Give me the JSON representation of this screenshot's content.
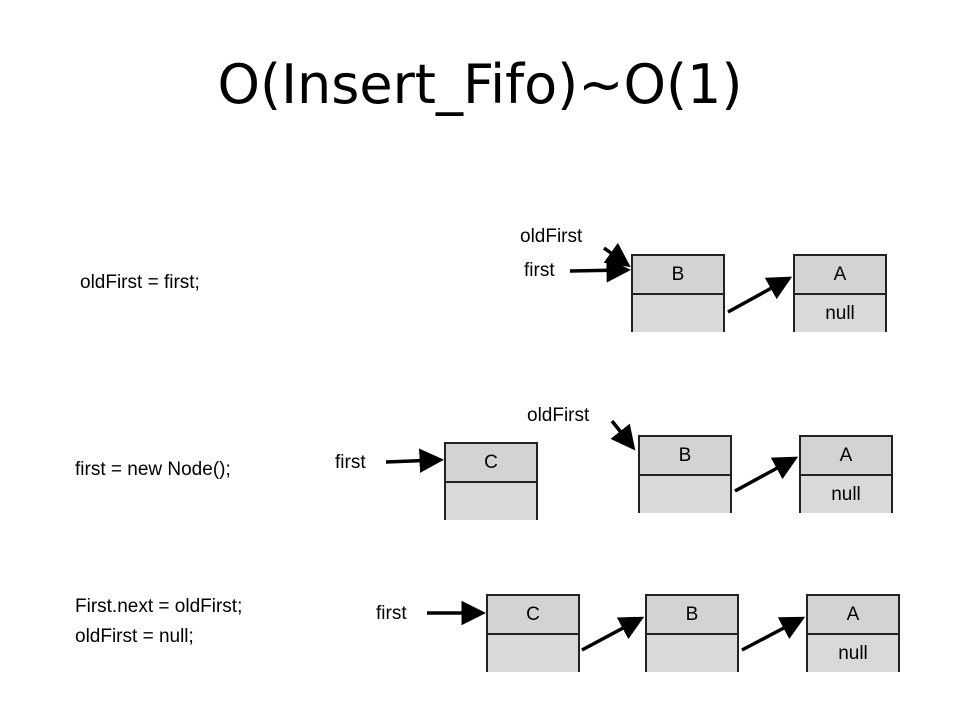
{
  "title": "O(Insert_Fifo)~O(1)",
  "steps": [
    {
      "code": [
        "oldFirst = first;"
      ],
      "pointer_labels": {
        "oldFirst": "oldFirst",
        "first": "first"
      },
      "nodes": [
        {
          "value": "B",
          "next": ""
        },
        {
          "value": "A",
          "next": "null"
        }
      ]
    },
    {
      "code": [
        "first = new Node();"
      ],
      "pointer_labels": {
        "oldFirst": "oldFirst",
        "first": "first"
      },
      "nodes": [
        {
          "value": "C",
          "next": ""
        },
        {
          "value": "B",
          "next": ""
        },
        {
          "value": "A",
          "next": "null"
        }
      ]
    },
    {
      "code": [
        "First.next = oldFirst;",
        "oldFirst = null;"
      ],
      "pointer_labels": {
        "first": "first"
      },
      "nodes": [
        {
          "value": "C",
          "next": ""
        },
        {
          "value": "B",
          "next": ""
        },
        {
          "value": "A",
          "next": "null"
        }
      ]
    }
  ]
}
